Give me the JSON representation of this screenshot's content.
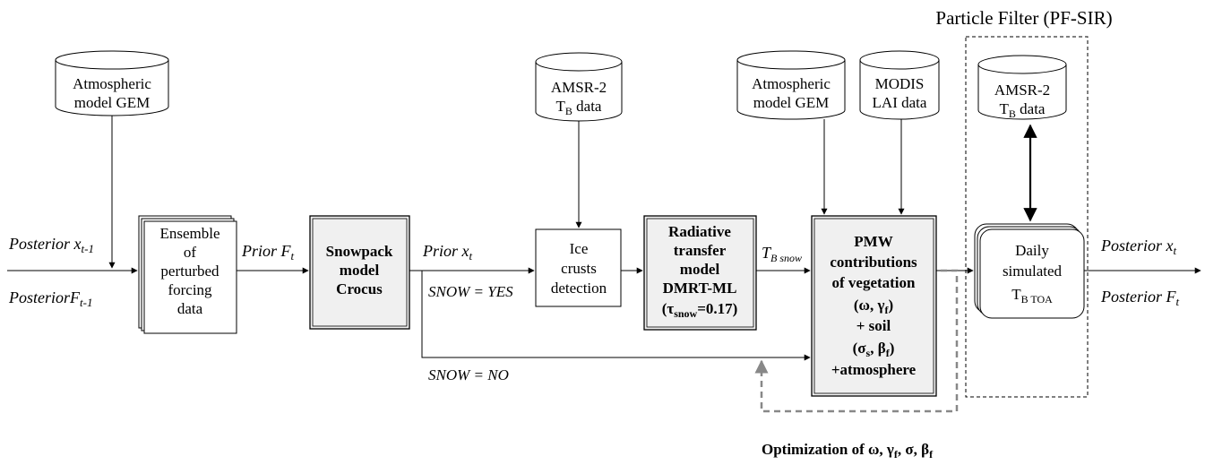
{
  "pf_title": "Particle Filter (PF-SIR)",
  "databases": {
    "gem_left": {
      "line1": "Atmospheric",
      "line2": "model GEM"
    },
    "amsr_mid": {
      "line1": "AMSR-2",
      "line2_main": "T",
      "line2_sub": "B",
      "line2_rest": " data"
    },
    "gem_right": {
      "line1": "Atmospheric",
      "line2": "model GEM"
    },
    "modis": {
      "line1": "MODIS",
      "line2": "LAI data"
    },
    "amsr_pf": {
      "line1": "AMSR-2",
      "line2_main": "T",
      "line2_sub": "B",
      "line2_rest": " data"
    }
  },
  "ensemble": {
    "line1": "Ensemble",
    "line2": "of",
    "line3": "perturbed",
    "line4": "forcing",
    "line5": "data"
  },
  "snowpack": {
    "line1": "Snowpack",
    "line2": "model",
    "line3": "Crocus"
  },
  "ice": {
    "line1": "Ice",
    "line2": "crusts",
    "line3": "detection"
  },
  "rt": {
    "line1": "Radiative",
    "line2": "transfer",
    "line3": "model",
    "line4": "DMRT-ML",
    "line5_pre": "(τ",
    "line5_sub": "snow",
    "line5_post": "=0.17)"
  },
  "pmw": {
    "line1": "PMW",
    "line2": "contributions",
    "line3": "of vegetation",
    "line4_pre": "(ω, γ",
    "line4_sub": "f",
    "line4_post": ")",
    "line5": "+ soil",
    "line6_pre": "(σ",
    "line6_sub": "s",
    "line6_mid": ", β",
    "line6_sub2": "f",
    "line6_post": ")",
    "line7": "+atmosphere"
  },
  "daily": {
    "line1": "Daily",
    "line2": "simulated",
    "line3_main": "T",
    "line3_sub": "B TOA"
  },
  "labels": {
    "posterior_x_prev_main": "Posterior x",
    "posterior_x_prev_sub": "t-1",
    "posterior_f_prev_main": "PosteriorF",
    "posterior_f_prev_sub": "t-1",
    "prior_f_main": "Prior F",
    "prior_f_sub": "t",
    "prior_x_main": "Prior x",
    "prior_x_sub": "t",
    "snow_yes": "SNOW = YES",
    "snow_no": "SNOW = NO",
    "tb_snow_main": "T",
    "tb_snow_sub": "B snow",
    "posterior_x_main": "Posterior x",
    "posterior_x_sub": "t",
    "posterior_f_main": "Posterior F",
    "posterior_f_sub": "t",
    "optimization_main": "Optimization of ω, γ",
    "optimization_sub1": "f",
    "optimization_mid": ", σ, β",
    "optimization_sub2": "f"
  }
}
